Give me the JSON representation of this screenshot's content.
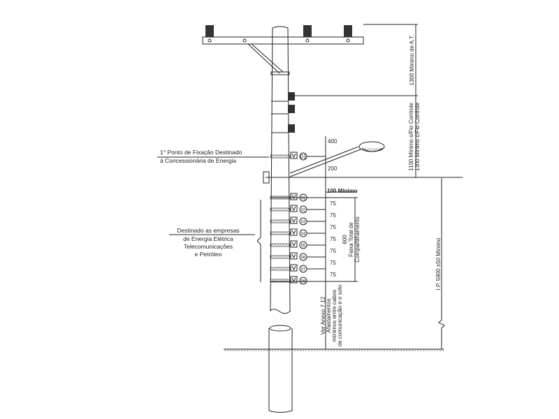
{
  "dimensions": {
    "at_clearance": "1300 Mínimo de A.T.",
    "control_wire_1": "1100 Mínimo s/Fio Controle",
    "control_wire_2": "1300 Mínimo c/Fio Controle",
    "d400": "400",
    "d200": "200",
    "d100": "100 Mínimo",
    "spacing": [
      "75",
      "75",
      "75",
      "75",
      "75",
      "75",
      "75"
    ],
    "total_600": "600",
    "total_label_1": "Faixa Total de",
    "total_label_2": "Compartilhamento",
    "ip_height": "I.P. 5900 ±50 Mínimo"
  },
  "labels": {
    "first_point_1": "1° Ponto de Fixação Destinado",
    "first_point_2": "à Concessionária de Energia",
    "destined_1": "Destinado as empresas",
    "destined_2": "de Energia Elétrica",
    "destined_3": "Telecomunicações",
    "destined_4": "e Petróleo",
    "annex_1": "Ver Anexo 7.12",
    "annex_2": "Afastamentos",
    "annex_3": "mínimos entre cabos",
    "annex_4": "de comunicação e o solo"
  },
  "energy_point": "01",
  "telecom_points": [
    "01",
    "02",
    "03",
    "04",
    "05",
    "06",
    "07",
    "08"
  ]
}
